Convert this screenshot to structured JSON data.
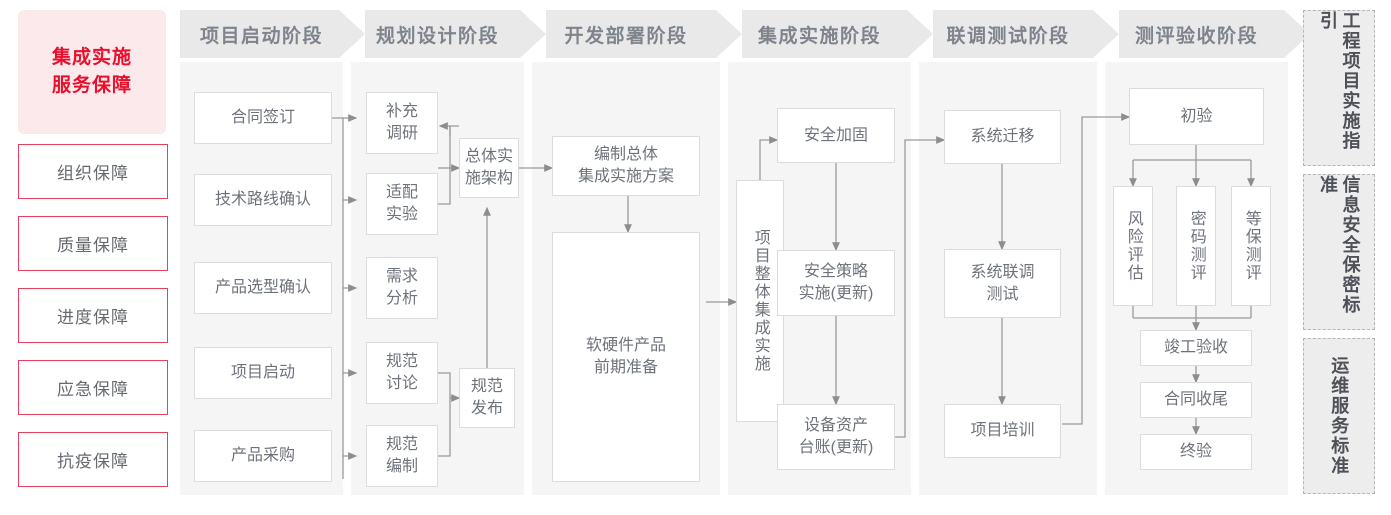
{
  "left_panel": {
    "hero": "集成实施\n服务保障",
    "hero_line1": "集成实施",
    "hero_line2": "服务保障",
    "guarantees": [
      {
        "label": "组织保障"
      },
      {
        "label": "质量保障"
      },
      {
        "label": "进度保障"
      },
      {
        "label": "应急保障"
      },
      {
        "label": "抗疫保障"
      }
    ]
  },
  "phases": [
    {
      "label": "项目启动阶段"
    },
    {
      "label": "规划设计阶段"
    },
    {
      "label": "开发部署阶段"
    },
    {
      "label": "集成实施阶段"
    },
    {
      "label": "联调测试阶段"
    },
    {
      "label": "测评验收阶段"
    }
  ],
  "nodes": {
    "p1": [
      {
        "label": "合同签订"
      },
      {
        "label": "技术路线确认"
      },
      {
        "label": "产品选型确认"
      },
      {
        "label": "项目启动"
      },
      {
        "label": "产品采购"
      }
    ],
    "p2": [
      {
        "label": "补充\n调研",
        "l1": "补充",
        "l2": "调研"
      },
      {
        "label": "适配\n实验",
        "l1": "适配",
        "l2": "实验"
      },
      {
        "label": "需求\n分析",
        "l1": "需求",
        "l2": "分析"
      },
      {
        "label": "规范\n讨论",
        "l1": "规范",
        "l2": "讨论"
      },
      {
        "label": "规范\n编制",
        "l1": "规范",
        "l2": "编制"
      },
      {
        "label": "总体实\n施架构",
        "l1": "总体实",
        "l2": "施架构"
      },
      {
        "label": "规范\n发布",
        "l1": "规范",
        "l2": "发布"
      }
    ],
    "p3": [
      {
        "label": "编制总体\n集成实施方案",
        "l1": "编制总体",
        "l2": "集成实施方案"
      },
      {
        "label": "软硬件产品\n前期准备",
        "l1": "软硬件产品",
        "l2": "前期准备"
      }
    ],
    "p4": [
      {
        "label": "项目整体集成实施"
      },
      {
        "label": "安全加固"
      },
      {
        "label": "安全策略\n实施(更新)",
        "l1": "安全策略",
        "l2": "实施(更新)"
      },
      {
        "label": "设备资产\n台账(更新)",
        "l1": "设备资产",
        "l2": "台账(更新)"
      }
    ],
    "p5": [
      {
        "label": "系统迁移"
      },
      {
        "label": "系统联调\n测试",
        "l1": "系统联调",
        "l2": "测试"
      },
      {
        "label": "项目培训"
      }
    ],
    "p6": [
      {
        "label": "初验"
      },
      {
        "label": "风险评估"
      },
      {
        "label": "密码测评"
      },
      {
        "label": "等保测评"
      },
      {
        "label": "竣工验收"
      },
      {
        "label": "合同收尾"
      },
      {
        "label": "终验"
      }
    ]
  },
  "standards": [
    {
      "label": "工程项目实施指引"
    },
    {
      "label": "信息安全保密标准"
    },
    {
      "label": "运维服务标准"
    }
  ],
  "colors": {
    "accent_red": "#e8102d",
    "hero_bg": "#fce9ec",
    "guarantee_border": "#e8405c",
    "header_gray": "#e9e9e9",
    "column_bg": "#f5f5f5",
    "node_border": "#dcdcdc",
    "text_gray": "#6e737b",
    "wire": "#9a9a9a",
    "standard_bg": "#ededed"
  }
}
